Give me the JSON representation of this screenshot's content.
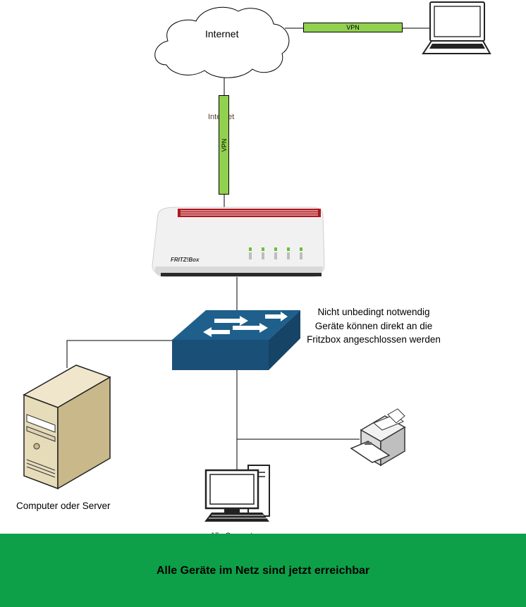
{
  "cloud": {
    "label": "Internet"
  },
  "links": {
    "vpn_horizontal": "VPN",
    "vpn_vertical": "VPN",
    "vertical_link_label": "Internet"
  },
  "router": {
    "brand": "FRITZ!Box"
  },
  "switch_note": "Nicht unbedingt notwendig Geräte können direkt an die Fritzbox angeschlossen werden",
  "server": {
    "label": "Computer oder Server"
  },
  "pc": {
    "label": "Alle Computer"
  },
  "footer": {
    "text": "Alle Geräte im Netz sind jetzt erreichbar"
  },
  "colors": {
    "vpn_link": "#92d050",
    "footer_bg": "#0da048",
    "switch_top": "#1f5f8b",
    "switch_front": "#1a4f78",
    "router_stripe": "#b0171f"
  }
}
